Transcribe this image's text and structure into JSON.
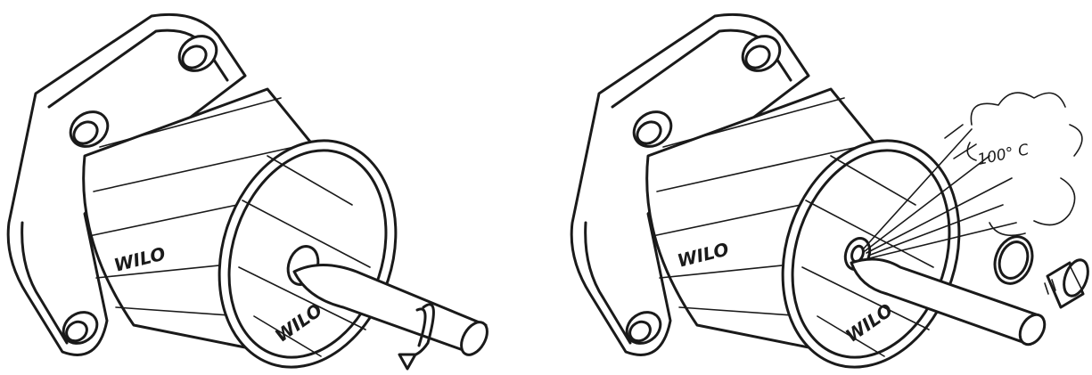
{
  "panels": [
    {
      "brand_side": "WILO",
      "brand_face": "WILO"
    },
    {
      "brand_side": "WILO",
      "brand_face": "WILO",
      "temperature_label": "100° C"
    }
  ]
}
